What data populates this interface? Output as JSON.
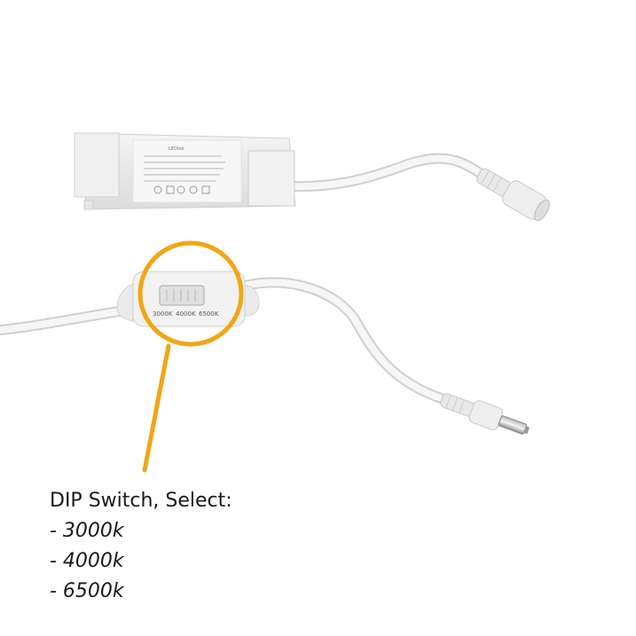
{
  "caption": {
    "title": "DIP Switch, Select:",
    "options": [
      "- 3000k",
      "- 4000k",
      "- 6500k"
    ]
  },
  "driver_label": {
    "brand": "LEDtek"
  },
  "switch_labels": [
    "3000K",
    "4000K",
    "6500K"
  ],
  "colors": {
    "highlight": "#f2a516",
    "plastic": "#ececec",
    "cable": "#f3f3f3"
  }
}
